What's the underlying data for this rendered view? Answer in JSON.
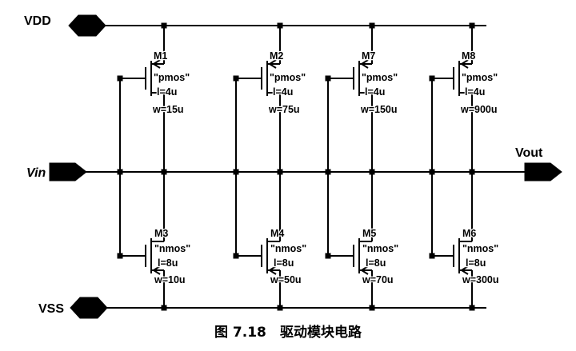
{
  "caption": {
    "figure": "图 7.18",
    "title": "驱动模块电路"
  },
  "ports": {
    "vdd": "VDD",
    "vss": "VSS",
    "vin": "Vin",
    "vout": "Vout"
  },
  "transistors": [
    {
      "name": "M1",
      "type": "\"pmos\"",
      "l": "l=4u",
      "w": "w=15u"
    },
    {
      "name": "M2",
      "type": "\"pmos\"",
      "l": "l=4u",
      "w": "w=75u"
    },
    {
      "name": "M7",
      "type": "\"pmos\"",
      "l": "l=4u",
      "w": "w=150u"
    },
    {
      "name": "M8",
      "type": "\"pmos\"",
      "l": "l=4u",
      "w": "w=900u"
    },
    {
      "name": "M3",
      "type": "\"nmos\"",
      "l": "l=8u",
      "w": "w=10u"
    },
    {
      "name": "M4",
      "type": "\"nmos\"",
      "l": "l=8u",
      "w": "w=50u"
    },
    {
      "name": "M5",
      "type": "\"nmos\"",
      "l": "l=8u",
      "w": "w=70u"
    },
    {
      "name": "M6",
      "type": "\"nmos\"",
      "l": "l=8u",
      "w": "w=300u"
    }
  ],
  "colors": {
    "line": "#000000",
    "background": "#ffffff"
  }
}
